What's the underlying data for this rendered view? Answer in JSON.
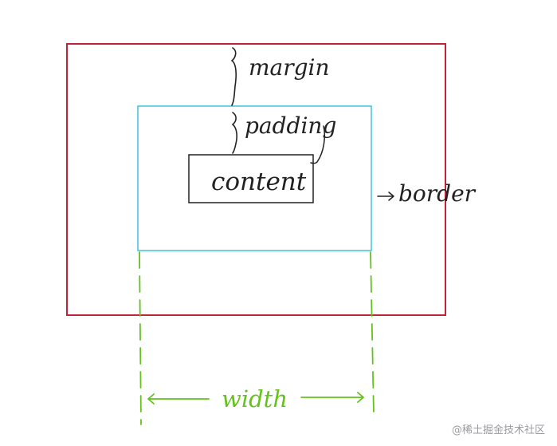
{
  "diagram": {
    "labels": {
      "margin": "margin",
      "padding": "padding",
      "content": "content",
      "border": "border",
      "width": "width"
    },
    "colors": {
      "margin_box": "#c1233b",
      "padding_box": "#3fc4d8",
      "content_box": "#222222",
      "width_marker": "#63c21b",
      "annotation_ink": "#222222"
    }
  },
  "watermark": {
    "text": "@稀土掘金技术社区"
  }
}
